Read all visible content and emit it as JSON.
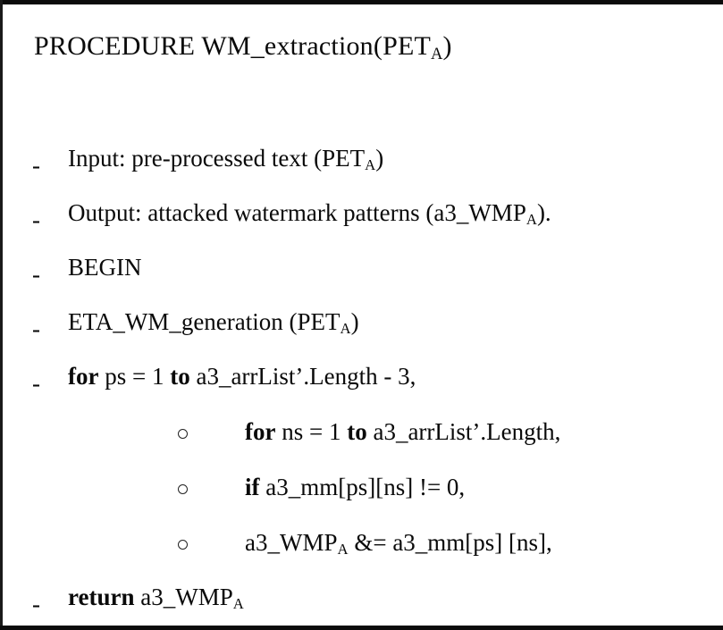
{
  "document": {
    "kind": "pseudocode-block",
    "background_color": "#ffffff",
    "text_color": "#0a0a0a",
    "border_color": "#0b0b0b"
  },
  "title": {
    "full_text": "PROCEDURE WM_extraction(PETA)",
    "keyword": "PROCEDURE",
    "name": "WM_extraction(PET",
    "subscript": "A",
    "tail": ")"
  },
  "bullets": {
    "level0_glyph": "-",
    "level1_glyph": "o"
  },
  "lines": [
    {
      "level": 0,
      "bullet": "-",
      "segments": [
        {
          "text": "Input: pre-processed text (PET",
          "bold": false
        },
        {
          "text": "A",
          "bold": false,
          "sub": true
        },
        {
          "text": ")",
          "bold": false
        }
      ]
    },
    {
      "level": 0,
      "bullet": "-",
      "segments": [
        {
          "text": "Output: attacked watermark patterns (a3_WMP",
          "bold": false
        },
        {
          "text": "A",
          "bold": false,
          "sub": true
        },
        {
          "text": ").",
          "bold": false
        }
      ]
    },
    {
      "level": 0,
      "bullet": "-",
      "segments": [
        {
          "text": "BEGIN",
          "bold": false
        }
      ]
    },
    {
      "level": 0,
      "bullet": "-",
      "segments": [
        {
          "text": "ETA_WM_generation (PET",
          "bold": false
        },
        {
          "text": "A",
          "bold": false,
          "sub": true
        },
        {
          "text": ")",
          "bold": false
        }
      ]
    },
    {
      "level": 0,
      "bullet": "-",
      "segments": [
        {
          "text": "for",
          "bold": true
        },
        {
          "text": " ps = 1 ",
          "bold": false
        },
        {
          "text": "to",
          "bold": true
        },
        {
          "text": " a3_arrList’.Length - 3,",
          "bold": false
        }
      ]
    },
    {
      "level": 1,
      "bullet": "o",
      "segments": [
        {
          "text": "for",
          "bold": true
        },
        {
          "text": " ns = 1 ",
          "bold": false
        },
        {
          "text": "to",
          "bold": true
        },
        {
          "text": " a3_arrList’.Length,",
          "bold": false
        }
      ]
    },
    {
      "level": 1,
      "bullet": "o",
      "segments": [
        {
          "text": "if",
          "bold": true
        },
        {
          "text": " a3_mm[ps][ns] != 0,",
          "bold": false
        }
      ]
    },
    {
      "level": 1,
      "bullet": "o",
      "segments": [
        {
          "text": "a3_WMP",
          "bold": false
        },
        {
          "text": "A",
          "bold": false,
          "sub": true
        },
        {
          "text": "  &= a3_mm[ps] [ns],",
          "bold": false
        }
      ]
    },
    {
      "level": 0,
      "bullet": "-",
      "segments": [
        {
          "text": "return",
          "bold": true
        },
        {
          "text": " a3_WMP",
          "bold": false
        },
        {
          "text": "A",
          "bold": false,
          "sub": true
        }
      ]
    }
  ]
}
